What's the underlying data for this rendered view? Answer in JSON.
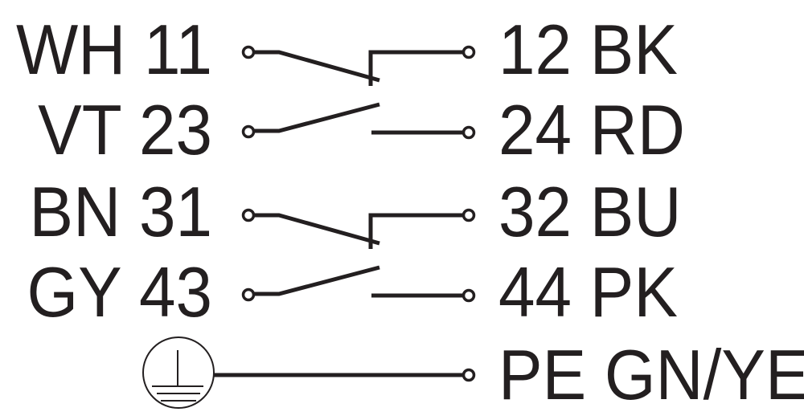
{
  "diagram": {
    "left_labels": [
      "WH 11",
      "VT 23",
      "BN 31",
      "GY 43"
    ],
    "right_labels": [
      "12 BK",
      "24 RD",
      "32 BU",
      "44 PK"
    ],
    "earth_label": "PE GN/YE",
    "earth_symbol": "protective-earth-icon",
    "line_color": "#231f20"
  }
}
